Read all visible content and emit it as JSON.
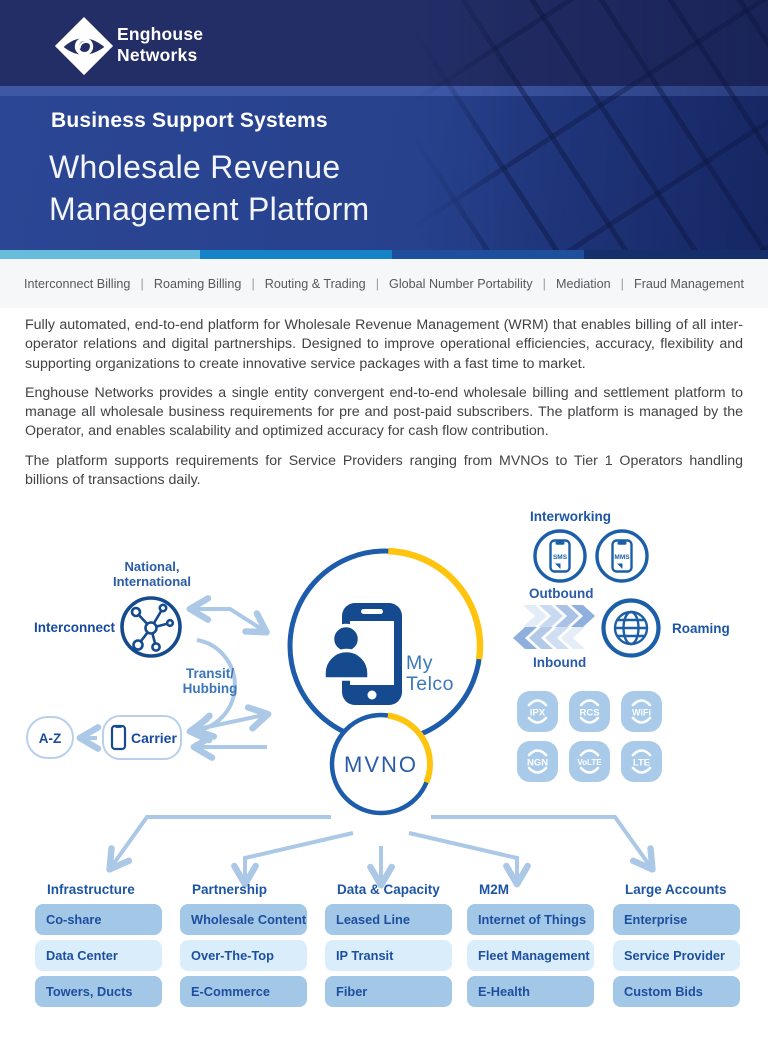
{
  "brand": {
    "line1": "Enghouse",
    "line2": "Networks"
  },
  "header": {
    "eyebrow": "Business Support Systems",
    "title_line1": "Wholesale Revenue",
    "title_line2": "Management Platform"
  },
  "nav": {
    "separator": "|",
    "items": [
      "Interconnect Billing",
      "Roaming Billing",
      "Routing & Trading",
      "Global Number Portability",
      "Mediation",
      "Fraud Management"
    ]
  },
  "intro": {
    "paragraphs": [
      "Fully automated, end-to-end platform for Wholesale Revenue Management (WRM) that enables billing of all inter-operator relations and digital partnerships. Designed to improve operational efficiencies, accuracy, flexibility and supporting organizations to create innovative service packages with a fast time to market.",
      "Enghouse Networks provides a single entity convergent end-to-end wholesale billing and settlement platform to manage all wholesale business requirements for pre and post-paid subscribers. The platform is managed by the Operator, and enables scalability and optimized accuracy for cash flow contribution.",
      "The platform supports requirements for Service Providers ranging from MVNOs to Tier 1 Operators handling billions of transactions daily."
    ]
  },
  "diagram": {
    "center": {
      "label_line1": "My",
      "label_line2": "Telco"
    },
    "mvno": {
      "label": "MVNO"
    },
    "interconnect": {
      "label": "Interconnect",
      "scope_line1": "National,",
      "scope_line2": "International"
    },
    "transit": {
      "label_line1": "Transit/",
      "label_line2": "Hubbing"
    },
    "az": {
      "label": "A-Z"
    },
    "carrier": {
      "label": "Carrier"
    },
    "interworking": {
      "label": "Interworking",
      "icons": [
        "SMS",
        "MMS"
      ]
    },
    "outbound": {
      "label": "Outbound"
    },
    "inbound": {
      "label": "Inbound"
    },
    "roaming": {
      "label": "Roaming"
    },
    "badges": [
      "IPX",
      "RCS",
      "WiFi",
      "NGN",
      "VoLTE",
      "LTE"
    ]
  },
  "segments": {
    "columns": [
      {
        "title": "Infrastructure",
        "items": [
          "Co-share",
          "Data Center",
          "Towers, Ducts"
        ]
      },
      {
        "title": "Partnership",
        "items": [
          "Wholesale Content",
          "Over-The-Top",
          "E-Commerce"
        ]
      },
      {
        "title": "Data & Capacity",
        "items": [
          "Leased Line",
          "IP Transit",
          "Fiber"
        ]
      },
      {
        "title": "M2M",
        "items": [
          "Internet of Things",
          "Fleet Management",
          "E-Health"
        ]
      },
      {
        "title": "Large Accounts",
        "items": [
          "Enterprise",
          "Service Provider",
          "Custom Bids"
        ]
      }
    ]
  },
  "colors": {
    "header_navy": "#232d66",
    "title_blue": "#2a458f",
    "accent_yellow": "#ffc40e",
    "ring_blue": "#1d5caa",
    "icon_navy": "#164a8f",
    "arrow_light_blue": "#abc8e7",
    "badge_blue": "#a9cbe9",
    "row_dark": "#a3c7e6",
    "row_light": "#d9edfb",
    "stripe": [
      "#68bcdb",
      "#1583c8",
      "#1e4f9c",
      "#152f6b"
    ]
  }
}
